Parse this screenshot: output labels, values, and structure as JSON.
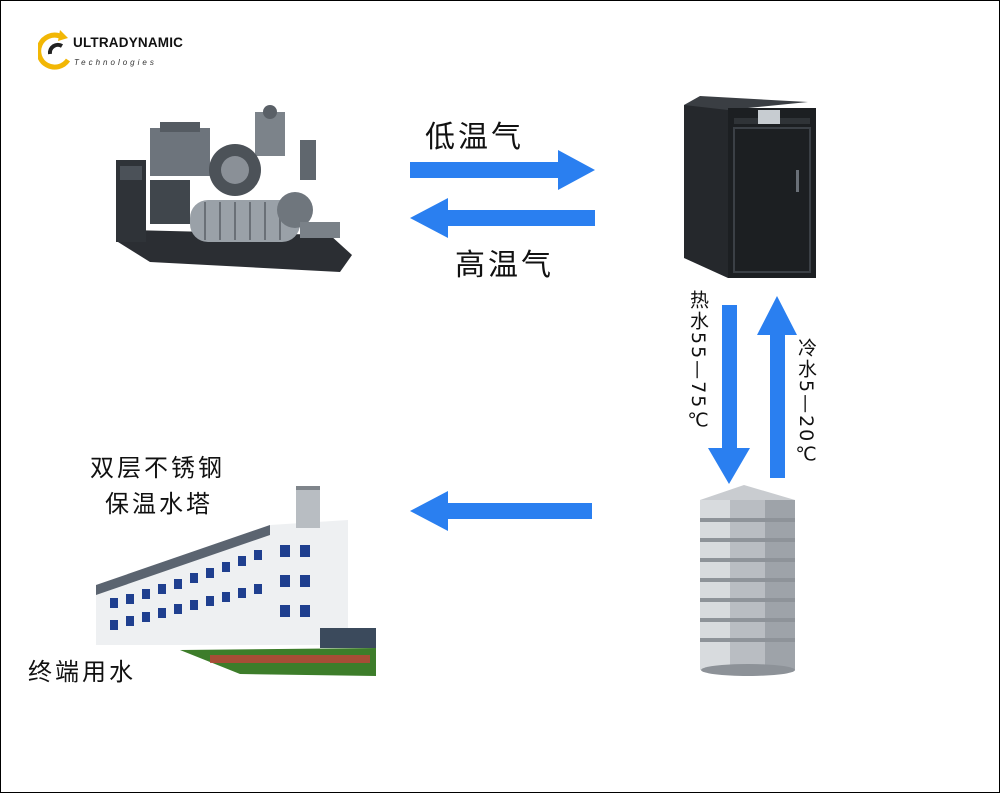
{
  "logo": {
    "name": "ULTRADYNAMIC",
    "tagline": "Technologies",
    "accent_color": "#f2b705"
  },
  "labels": {
    "low_temp_gas": "低温气",
    "high_temp_gas": "高温气",
    "hot_water": "热水55—75℃",
    "cold_water": "冷水5—20℃",
    "tower_line1": "双层不锈钢",
    "tower_line2": "保温水塔",
    "end_use": "终端用水"
  },
  "colors": {
    "arrow": "#2a7ff0",
    "frame": "#000000"
  }
}
